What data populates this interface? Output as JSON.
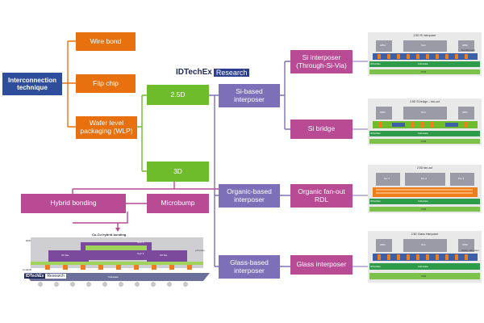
{
  "brand": {
    "name": "IDTechEx",
    "suffix": "Research"
  },
  "nodes": {
    "interconnection": "Interconnection technique",
    "wire_bond": "Wire bond",
    "flip_chip": "Flip chip",
    "wlp": "Wafer level packaging (WLP)",
    "d25": "2.5D",
    "d3": "3D",
    "hybrid_bonding": "Hybrid bonding",
    "microbump": "Microbump",
    "si_based": "Si-based interposer",
    "organic_based": "Organic-based interposer",
    "glass_based": "Glass-based interposer",
    "si_interposer": "Si interposer (Through-Si-Via)",
    "si_bridge": "Si bridge",
    "organic_fanout": "Organic fan-out RDL",
    "glass_interposer": "Glass interposer"
  },
  "panels": {
    "p1": {
      "title": "2.5D Si interposer",
      "chip_left": "HBM",
      "chip_center": "SoC",
      "chip_right": "HBM",
      "layer_mid": "Si interposer",
      "layer_sub": "Substrate",
      "layer_pcb": "PCB",
      "brand": "IDTechEx"
    },
    "p2": {
      "title": "2.5D Si bridge – fan-out",
      "chip_left": "HBM",
      "chip_center": "SoC",
      "chip_right": "HBM",
      "layer_sub": "Substrate",
      "layer_pcb": "PCB",
      "brand": "IDTechEx"
    },
    "p3": {
      "title": "2.5D fan-out",
      "chip_left": "Die 1",
      "chip_center": "Die 2",
      "chip_right": "Die 3",
      "layer_sub": "Substrate",
      "layer_pcb": "PCB",
      "brand": "IDTechEx"
    },
    "p4": {
      "title": "2.5D Glass interposer",
      "chip_left": "HBM",
      "chip_center": "SoC",
      "chip_right": "HBM",
      "layer_mid": "Glass interposer",
      "layer_sub": "Substrate",
      "layer_pcb": "PCB",
      "brand": "IDTechEx"
    }
  },
  "detail3d": {
    "label_cucu": "Cu-Cu hybrid bonding",
    "soc1": "SoC 1",
    "soc2": "SoC 2",
    "io_left": "I/O Die",
    "io_right": "I/O Die",
    "bumps": "μ bumps",
    "emc": "EMC",
    "underfill": "Underfill",
    "substrate": "Substrate",
    "brand": "IDTechEx",
    "brand_suffix": "Research"
  },
  "colors": {
    "blue": "#2e4d9b",
    "orange": "#e8700f",
    "green": "#6ebc2c",
    "pink": "#b94a94",
    "purple": "#7d70b8"
  }
}
